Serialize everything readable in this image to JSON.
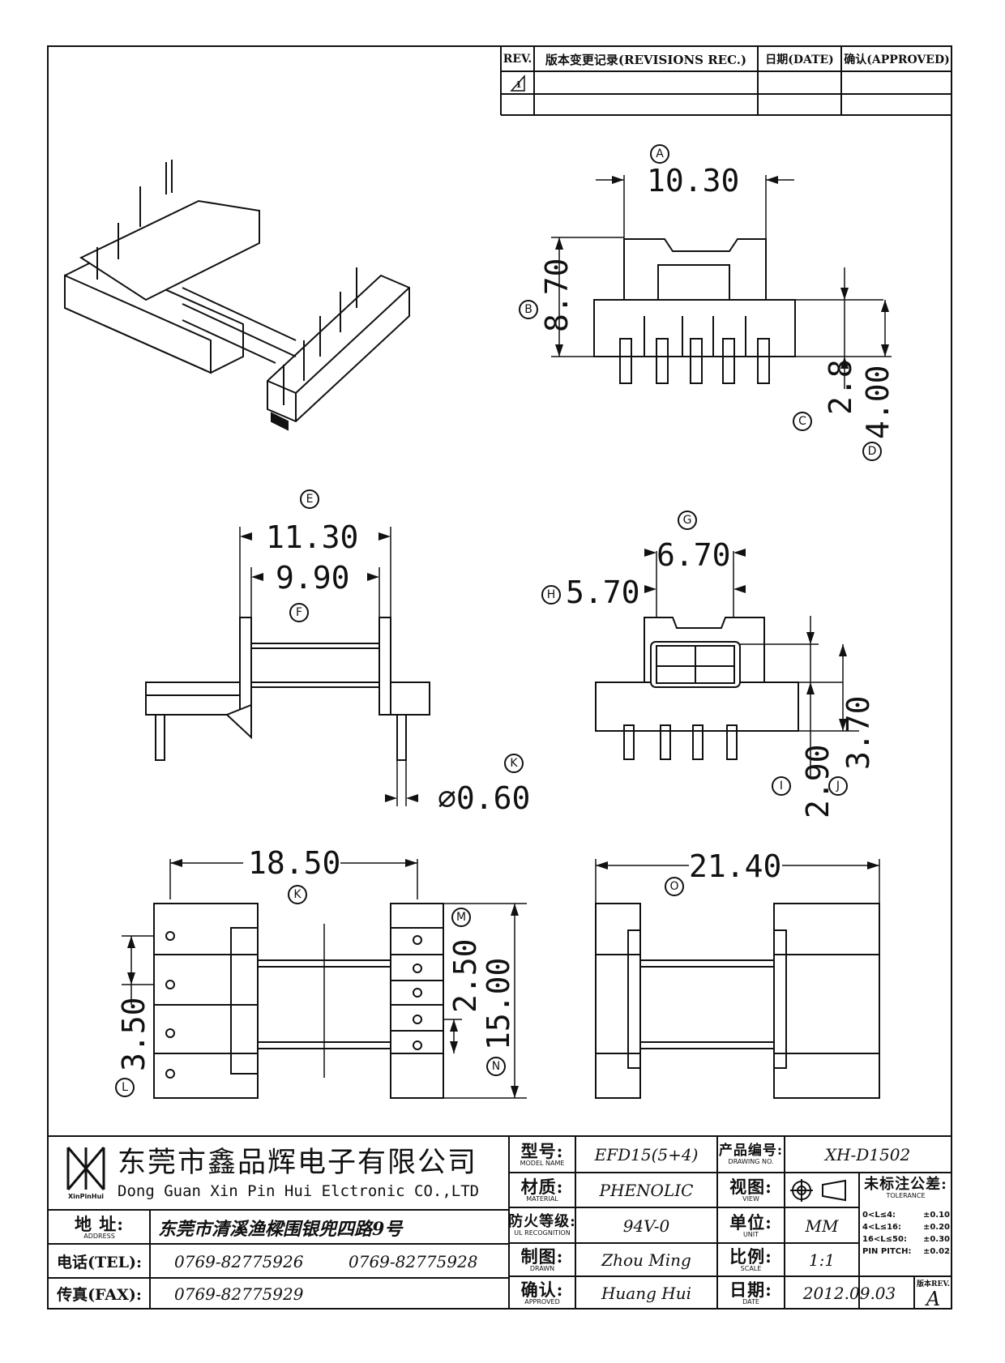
{
  "revision_table": {
    "rev_header": "REV.",
    "records_header": "版本变更记录(REVISIONS REC.)",
    "date_header": "日期(DATE)",
    "approved_header": "确认(APPROVED)",
    "first_rev": "1"
  },
  "views": {
    "top_right": {
      "circle": "A",
      "width": "10.30",
      "height_circle": "B",
      "height": "8.70",
      "pin_circle": "C",
      "pin": "2.8",
      "base_circle": "D",
      "base": "4.00"
    },
    "mid_left": {
      "outer_circle": "E",
      "outer": "11.30",
      "inner_circle": "F",
      "inner": "9.90",
      "dia_circle": "K",
      "dia": "⌀0.60"
    },
    "mid_right": {
      "width_circle": "G",
      "width": "6.70",
      "inner_circle": "H",
      "inner": "5.70",
      "h1_circle": "I",
      "h1": "2.90",
      "h2_circle": "J",
      "h2": "3.70"
    },
    "bottom_left": {
      "len": "18.50",
      "len_circle": "K",
      "pitch_circle": "L",
      "pitch": "3.50",
      "small_circle": "M",
      "small": "2.50",
      "height_circle": "N",
      "height": "15.00"
    },
    "bottom_right": {
      "width_circle": "O",
      "width": "21.40"
    }
  },
  "title_block": {
    "company_cn": "东莞市鑫品辉电子有限公司",
    "company_en": "Dong Guan Xin Pin Hui Elctronic CO.,LTD",
    "logo_text": "XinPinHui",
    "address_label_cn": "地 址:",
    "address_label_en": "ADDRESS",
    "address": "东莞市清溪渔樑围银兜四路9号",
    "tel_label": "电话(TEL):",
    "tel1": "0769-82775926",
    "tel2": "0769-82775928",
    "fax_label": "传真(FAX):",
    "fax": "0769-82775929",
    "model_label_cn": "型号:",
    "model_label_en": "MODEL NAME",
    "model": "EFD15(5+4)",
    "material_label_cn": "材质:",
    "material_label_en": "MATERIAL",
    "material": "PHENOLIC",
    "ul_label_cn": "防火等级:",
    "ul_label_en": "UL RECOGNITION",
    "ul": "94V-0",
    "drawn_label_cn": "制图:",
    "drawn_label_en": "DRAWN",
    "drawn": "Zhou Ming",
    "approved_label_cn": "确认:",
    "approved_label_en": "APPROVED",
    "approved": "Huang Hui",
    "drawing_no_label_cn": "产品编号:",
    "drawing_no_label_en": "DRAWING NO.",
    "drawing_no": "XH-D1502",
    "view_label_cn": "视图:",
    "view_label_en": "VIEW",
    "unit_label_cn": "单位:",
    "unit_label_en": "UNIT",
    "unit": "MM",
    "scale_label_cn": "比例:",
    "scale_label_en": "SCALE",
    "scale": "1:1",
    "date_label_cn": "日期:",
    "date_label_en": "DATE",
    "date": "2012.09.03",
    "tol_label_cn": "未标注公差:",
    "tol_label_en": "TOLERANCE",
    "tolerances": [
      {
        "range": "0<L≤4:",
        "value": "±0.10"
      },
      {
        "range": "4<L≤16:",
        "value": "±0.20"
      },
      {
        "range": "16<L≤50:",
        "value": "±0.30"
      },
      {
        "range": "PIN PITCH:",
        "value": "±0.02"
      }
    ],
    "rev_label": "版本REV.",
    "rev": "A"
  }
}
